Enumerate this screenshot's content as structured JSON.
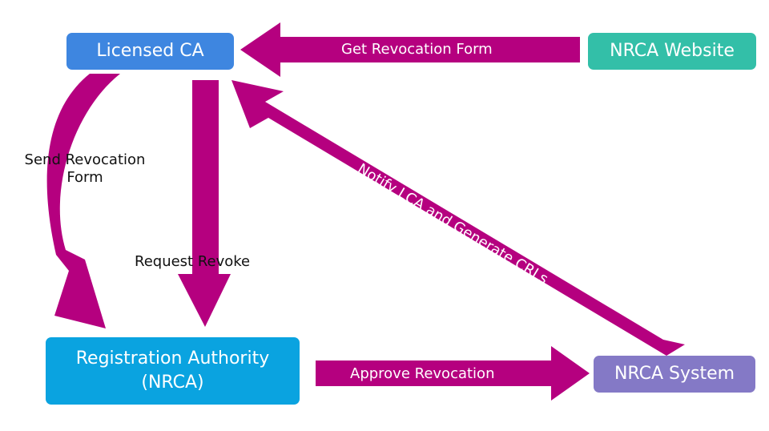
{
  "colors": {
    "arrow": "#B5007F",
    "licensed_ca": "#3E86E0",
    "nrca_website": "#33BFA8",
    "registration_authority": "#0AA3E0",
    "nrca_system": "#8479C6"
  },
  "nodes": {
    "licensed_ca": "Licensed CA",
    "nrca_website": "NRCA Website",
    "registration_authority_line1": "Registration Authority",
    "registration_authority_line2": "(NRCA)",
    "nrca_system": "NRCA System"
  },
  "edges": {
    "get_revocation_form": "Get Revocation Form",
    "send_revocation_form_line1": "Send Revocation",
    "send_revocation_form_line2": "Form",
    "request_revoke": "Request Revoke",
    "notify_lca": "Notify LCA and Generate CRLs",
    "approve_revocation": "Approve Revocation"
  }
}
